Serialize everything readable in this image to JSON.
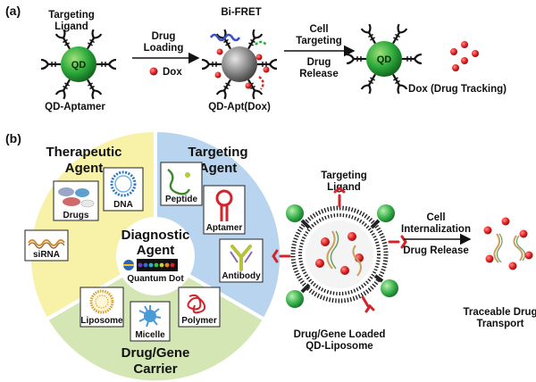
{
  "panel_a": {
    "label": "(a)",
    "targeting_ligand": [
      "Targeting",
      "Ligand"
    ],
    "qd": "QD",
    "qd_aptamer": "QD-Aptamer",
    "drug_loading": [
      "Drug",
      "Loading"
    ],
    "dox_legend": "Dox",
    "bifret": "Bi-FRET",
    "qd_apt_dox": "QD-Apt(Dox)",
    "cell_targeting": [
      "Cell",
      "Targeting"
    ],
    "drug_release": [
      "Drug",
      "Release"
    ],
    "dox_tracking": "Dox (Drug Tracking)"
  },
  "panel_b": {
    "label": "(b)",
    "therapeutic_agent": [
      "Therapeutic",
      "Agent"
    ],
    "targeting_agent": [
      "Targeting",
      "Agent"
    ],
    "carrier": [
      "Drug/Gene",
      "Carrier"
    ],
    "diagnostic_agent": [
      "Diagnostic",
      "Agent"
    ],
    "quantum_dot": "Quantum Dot",
    "drugs": "Drugs",
    "dna": "DNA",
    "sirna": "siRNA",
    "peptide": "Peptide",
    "aptamer": "Aptamer",
    "antibody": "Antibody",
    "liposome": "Liposome",
    "micelle": "Micelle",
    "polymer": "Polymer",
    "targeting_ligand": [
      "Targeting",
      "Ligand"
    ],
    "loaded_liposome": [
      "Drug/Gene Loaded",
      "QD-Liposome"
    ],
    "cell_internalization": [
      "Cell",
      "Internalization"
    ],
    "drug_release": "Drug Release",
    "traceable": [
      "Traceable Drug",
      "Transport"
    ]
  },
  "colors": {
    "qd_green": "#2eaa3c",
    "qd_grey": "#8a8a8a",
    "dox_red": "#e02020",
    "therapeutic_yellow": "#f7f2a8",
    "targeting_blue": "#b9d4ee",
    "carrier_green": "#d3e6b4",
    "ligand_red": "#d4232a"
  }
}
